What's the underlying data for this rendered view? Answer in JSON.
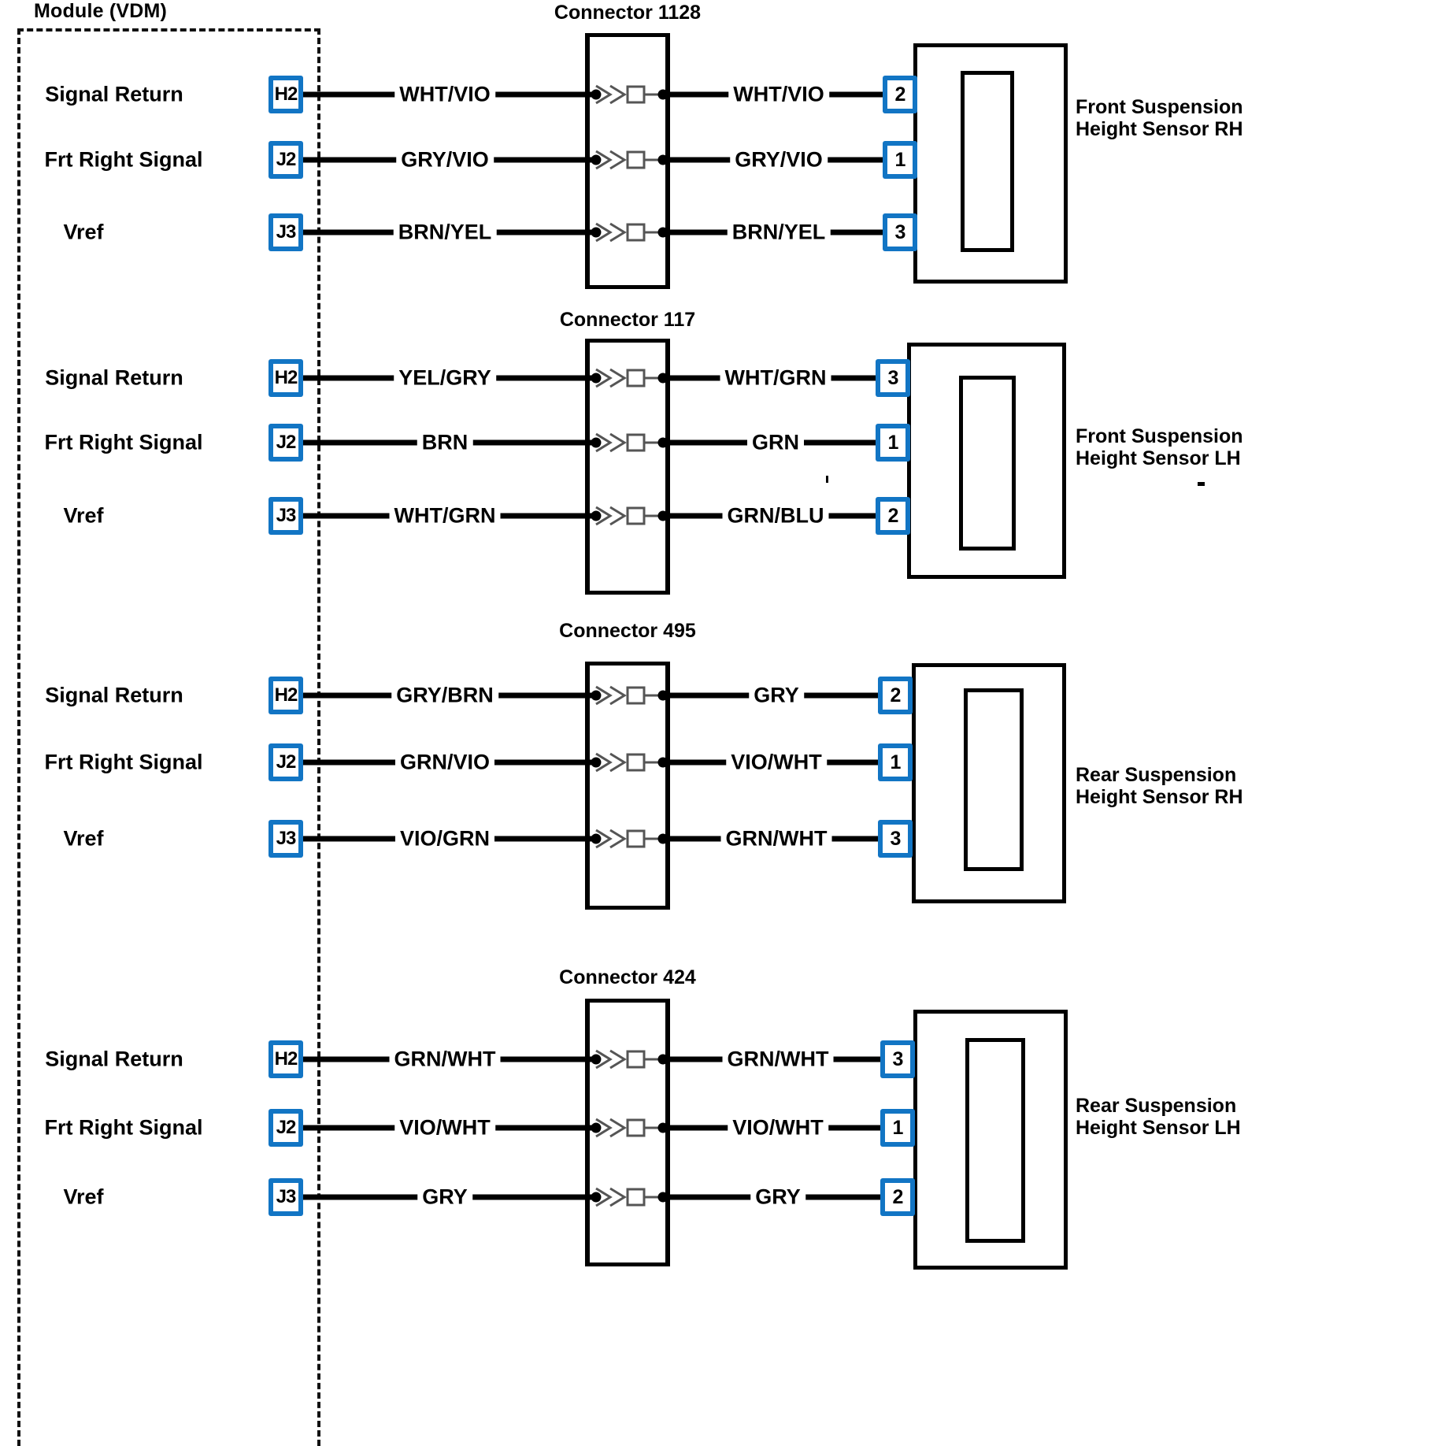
{
  "diagram": {
    "module": {
      "title": "Module (VDM)"
    },
    "blocks": [
      {
        "connector": "Connector 1128",
        "sensor": "Front Suspension\nHeight Sensor RH",
        "rows": [
          {
            "function": "Signal Return",
            "module_pin": "H2",
            "left_wire": "WHT/VIO",
            "right_wire": "WHT/VIO",
            "sensor_pin": "2"
          },
          {
            "function": "Frt Right Signal",
            "module_pin": "J2",
            "left_wire": "GRY/VIO",
            "right_wire": "GRY/VIO",
            "sensor_pin": "1"
          },
          {
            "function": "Vref",
            "module_pin": "J3",
            "left_wire": "BRN/YEL",
            "right_wire": "BRN/YEL",
            "sensor_pin": "3"
          }
        ]
      },
      {
        "connector": "Connector 117",
        "sensor": "Front Suspension\nHeight Sensor LH",
        "rows": [
          {
            "function": "Signal Return",
            "module_pin": "H2",
            "left_wire": "YEL/GRY",
            "right_wire": "WHT/GRN",
            "sensor_pin": "3"
          },
          {
            "function": "Frt Right Signal",
            "module_pin": "J2",
            "left_wire": "BRN",
            "right_wire": "GRN",
            "sensor_pin": "1"
          },
          {
            "function": "Vref",
            "module_pin": "J3",
            "left_wire": "WHT/GRN",
            "right_wire": "GRN/BLU",
            "sensor_pin": "2"
          }
        ]
      },
      {
        "connector": "Connector 495",
        "sensor": "Rear Suspension\nHeight Sensor RH",
        "rows": [
          {
            "function": "Signal Return",
            "module_pin": "H2",
            "left_wire": "GRY/BRN",
            "right_wire": "GRY",
            "sensor_pin": "2"
          },
          {
            "function": "Frt Right Signal",
            "module_pin": "J2",
            "left_wire": "GRN/VIO",
            "right_wire": "VIO/WHT",
            "sensor_pin": "1"
          },
          {
            "function": "Vref",
            "module_pin": "J3",
            "left_wire": "VIO/GRN",
            "right_wire": "GRN/WHT",
            "sensor_pin": "3"
          }
        ]
      },
      {
        "connector": "Connector 424",
        "sensor": "Rear Suspension\nHeight Sensor LH",
        "rows": [
          {
            "function": "Signal Return",
            "module_pin": "H2",
            "left_wire": "GRN/WHT",
            "right_wire": "GRN/WHT",
            "sensor_pin": "3"
          },
          {
            "function": "Frt Right Signal",
            "module_pin": "J2",
            "left_wire": "VIO/WHT",
            "right_wire": "VIO/WHT",
            "sensor_pin": "1"
          },
          {
            "function": "Vref",
            "module_pin": "J3",
            "left_wire": "GRY",
            "right_wire": "GRY",
            "sensor_pin": "2"
          }
        ]
      }
    ],
    "colors": {
      "pin_chip": "#1275c4",
      "wire": "#000000",
      "background": "#ffffff"
    }
  }
}
